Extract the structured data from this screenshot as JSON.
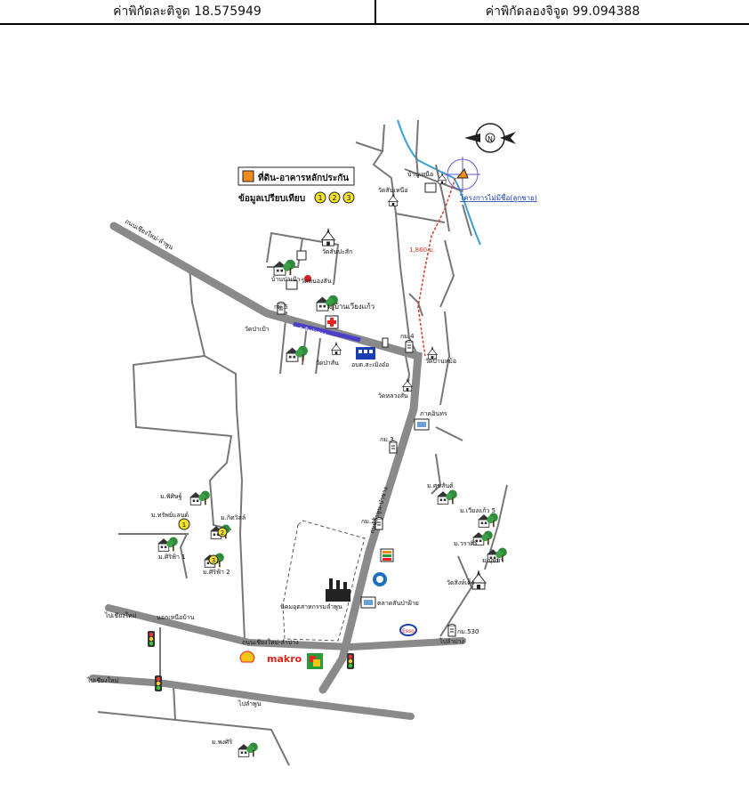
{
  "header": {
    "latitude": "ค่าพิกัดละติจูด 18.575949",
    "longitude": "ค่าพิกัดลองจิจูด 99.094388"
  },
  "legend": {
    "land_label": "ที่ดิน-อาคารหลักประกัน",
    "comparables_label": "ข้อมูลเปรียบเทียบ",
    "markers": [
      "1",
      "2",
      "3"
    ]
  },
  "distance_label": "1,860 ม.",
  "project_label": "โครงการไม่มีชื่อ(ลูกชาย)",
  "places": {
    "wat_sanpasak": "วัดสันปะสัก",
    "banwieng": "ม.บ้านเวียงแก้ว",
    "sanpasak_village": "วัดสันเหนือ",
    "km6": "กม.6",
    "km4": "กม.4",
    "km3": "กม.3",
    "km2": "กม.2",
    "km530": "กม.530",
    "wat_yang": "วัดหนองสัน",
    "wat_paosak": "วัดป่าเป้า",
    "abt": "อบต.สะเมิงอ๋อ",
    "wat_pasang": "วัดป่าสัน",
    "wat_banhom": "วัดบ้านหม้อ",
    "wat_sanluang": "วัดหลวงสัน",
    "phasi": "ภาคอินทร",
    "m_suksan": "ม.ศุขสันต์",
    "m_wiang5": "ม.เวียงแก้ว 5",
    "m_warasiri": "ม.วราศิริ",
    "m_bussaba": "ม.บุษบา",
    "wat_sinkhueng": "วัดสิงห์เค็ง",
    "m_pisit": "ม.พิศิษฐ์",
    "m_sailand": "ม.ทรัพย์แลนด์",
    "m_kitwill": "ม.กิตวิลล์",
    "m_sirifah1": "ม.ศิริฟ้า 1",
    "m_sirifah2": "ม.ศิริฟ้า 2",
    "industrial": "นิคมอุตสาหกรรมลำพูน",
    "market": "ตลาดสันป่าฝ้าย",
    "chiangmai_lamphun": "ถนนเชียงใหม่-ลำปาง",
    "to_chiangmai1": "ไปเชียงใหม่",
    "to_chiangmai2": "ไปเชียงใหม่",
    "to_lamphun": "ไปลำพูน",
    "to_lampang": "ไปลำปาง",
    "nongphueng": "นอกเหนือบ้าน",
    "road_main": "ถนนเชียงใหม่-ลำพูน",
    "road_vertical": "ถนนลำพูน-ป่าซาง",
    "road_purple": "ถ.สันป่าซาง",
    "m_pongsiri": "ม.พงศิริ",
    "banhuay": "บ้านป่าเป้า",
    "village_n": "บ้านเหนือ",
    "makro": "makro",
    "esso": "Esso"
  },
  "colors": {
    "road": "#8a8a8a",
    "thin_road": "#777777",
    "river": "#3aa0d8",
    "purple_road": "#4b3fc8",
    "route": "#d43a2a",
    "subject": "#f08a1c",
    "marker_fill": "#f5e32a",
    "makro": "#e0241b"
  },
  "icons": [
    "temple-icon",
    "tree-house-icon",
    "factory-icon",
    "traffic-light-icon",
    "km-post-icon",
    "shell-logo-icon",
    "makro-logo-icon",
    "seven-eleven-icon",
    "hospital-icon",
    "compass-icon",
    "subject-marker-icon",
    "school-icon",
    "lotus-icon",
    "esso-logo-icon"
  ]
}
